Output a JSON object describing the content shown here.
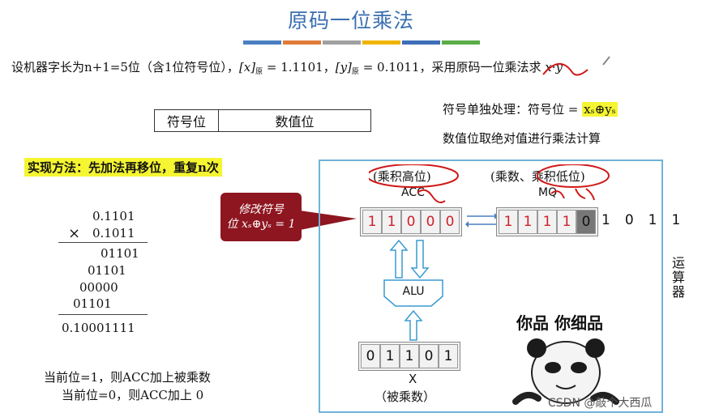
{
  "title": "原码一位乘法",
  "title_bar_colors": [
    "#4a7fc1",
    "#e07b39",
    "#a0a0a0",
    "#f0b400",
    "#3f6eb8",
    "#5aad48"
  ],
  "intro": {
    "text1": "设机器字长为n+1=5位（含1位符号位），",
    "x_label": "[x]",
    "x_sub": "原",
    "x_val": " = 1.1101，",
    "y_label": "[y]",
    "y_sub": "原",
    "y_val": " = 0.1011，采用原码一位乘法求 ",
    "expr": "x·y"
  },
  "table": {
    "col1": "符号位",
    "col2": "数值位"
  },
  "sign_note": {
    "text": "符号单独处理：符号位 = ",
    "formula": "xₛ⊕yₛ"
  },
  "value_note": "数值位取绝对值进行乘法计算",
  "method": "实现方法：先加法再移位，重复n次",
  "calc": {
    "multiplicand": "0.1101",
    "times": "×",
    "multiplier": "0.1011",
    "p1": "01101",
    "p2": "01101",
    "p3": "00000",
    "p4": "01101",
    "result": "0.10001111"
  },
  "bottom_notes": [
    "当前位=1，则ACC加上被乘数",
    "当前位=0，则ACC加上 0"
  ],
  "callout": {
    "line1": "修改符号",
    "line2": "位 xₛ⊕yₛ = 1"
  },
  "acc": {
    "label_top": "(乘积高位)",
    "label": "ACC",
    "bits": [
      "1",
      "1",
      "0",
      "0",
      "0"
    ]
  },
  "mq": {
    "label_top": "(乘数、乘积低位)",
    "label": "MQ",
    "bits": [
      "1",
      "1",
      "1",
      "1",
      "0"
    ],
    "outside": [
      "1",
      "0",
      "1",
      "1"
    ]
  },
  "alu_label": "ALU",
  "x_reg": {
    "bits": [
      "0",
      "1",
      "1",
      "0",
      "1"
    ],
    "label": "X",
    "caption": "（被乘数）"
  },
  "side_label": "运算器",
  "meme_caption": "你品 你细品",
  "watermark": "CSDN @敲个大西瓜"
}
